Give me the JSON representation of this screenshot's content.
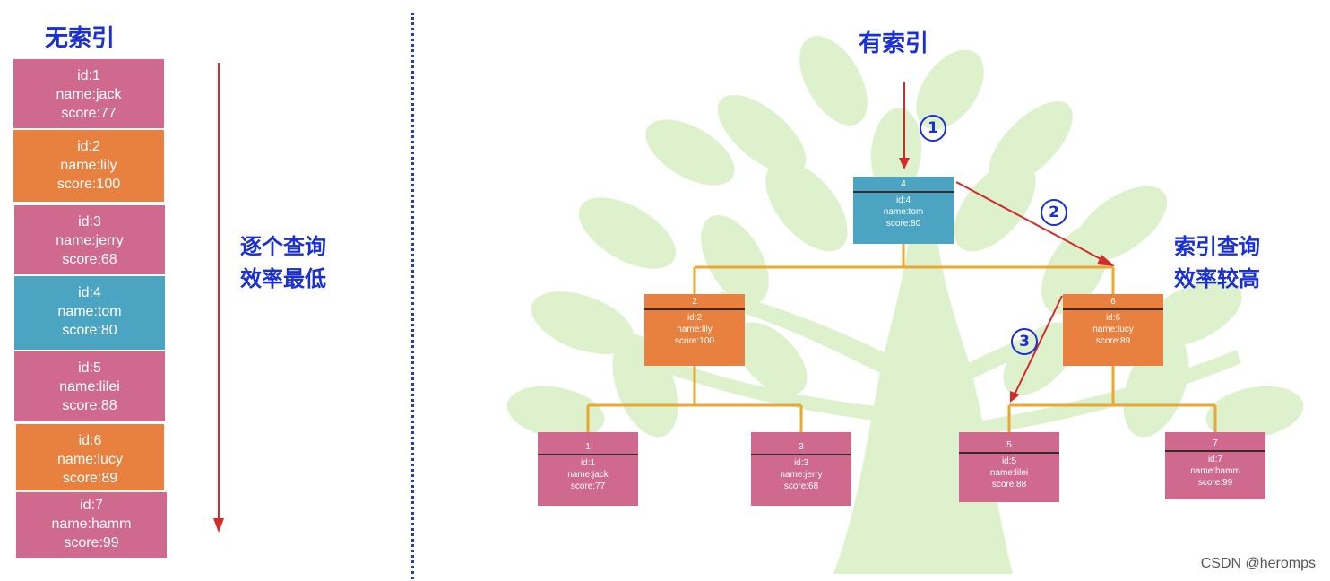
{
  "left": {
    "title": "无索引",
    "note_line1": "逐个查询",
    "note_line2": "效率最低",
    "records": [
      {
        "id": "id:1",
        "name": "name:jack",
        "score": "score:77",
        "color": "#cf6a8e"
      },
      {
        "id": "id:2",
        "name": "name:lily",
        "score": "score:100",
        "color": "#e8813f"
      },
      {
        "id": "id:3",
        "name": "name:jerry",
        "score": "score:68",
        "color": "#cf6a8e"
      },
      {
        "id": "id:4",
        "name": "name:tom",
        "score": "score:80",
        "color": "#4ba4c1"
      },
      {
        "id": "id:5",
        "name": "name:lilei",
        "score": "score:88",
        "color": "#cf6a8e"
      },
      {
        "id": "id:6",
        "name": "name:lucy",
        "score": "score:89",
        "color": "#e8813f"
      },
      {
        "id": "id:7",
        "name": "name:hamm",
        "score": "score:99",
        "color": "#cf6a8e"
      }
    ]
  },
  "right": {
    "title": "有索引",
    "note_line1": "索引查询",
    "note_line2": "效率较高",
    "steps": [
      "1",
      "2",
      "3"
    ],
    "nodes": {
      "root": {
        "key": "4",
        "id": "id:4",
        "name": "name:tom",
        "score": "score:80"
      },
      "left": {
        "key": "2",
        "id": "id:2",
        "name": "name:lily",
        "score": "score:100"
      },
      "right": {
        "key": "6",
        "id": "id:6",
        "name": "name:lucy",
        "score": "score:89"
      },
      "leaf1": {
        "key": "1",
        "id": "id:1",
        "name": "name:jack",
        "score": "score:77"
      },
      "leaf3": {
        "key": "3",
        "id": "id:3",
        "name": "name:jerry",
        "score": "score:68"
      },
      "leaf5": {
        "key": "5",
        "id": "id:5",
        "name": "name:lilei",
        "score": "score:88"
      },
      "leaf7": {
        "key": "7",
        "id": "id:7",
        "name": "name:hamm",
        "score": "score:99"
      }
    }
  },
  "watermark": "CSDN @heromps",
  "colors": {
    "heading": "#1a2fd6",
    "arrow": "#d42a2a",
    "tree_line": "#e8a832",
    "tree_bg": "#d8efc4",
    "pink": "#cf6a8e",
    "orange": "#e8813f",
    "teal": "#4ba4c1"
  }
}
